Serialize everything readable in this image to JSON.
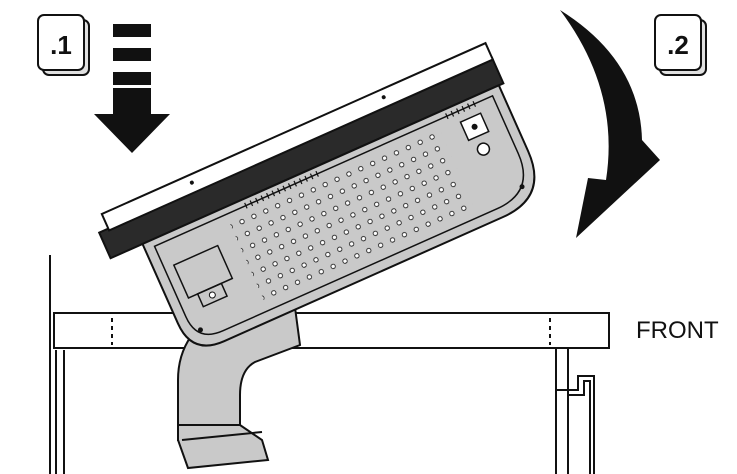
{
  "steps": [
    {
      "label": ".1",
      "action": "push-down-arrow"
    },
    {
      "label": ".2",
      "action": "rotate-down-arrow"
    }
  ],
  "labels": {
    "front": "FRONT"
  },
  "colors": {
    "line": "#111111",
    "device_fill": "#c9c9c9",
    "device_top": "#2a2a2a",
    "counter_fill": "#ffffff"
  },
  "icons": [
    "step-badge-icon",
    "down-arrow-icon",
    "curved-arrow-icon",
    "hob-appliance-icon",
    "duct-pipe-icon"
  ]
}
